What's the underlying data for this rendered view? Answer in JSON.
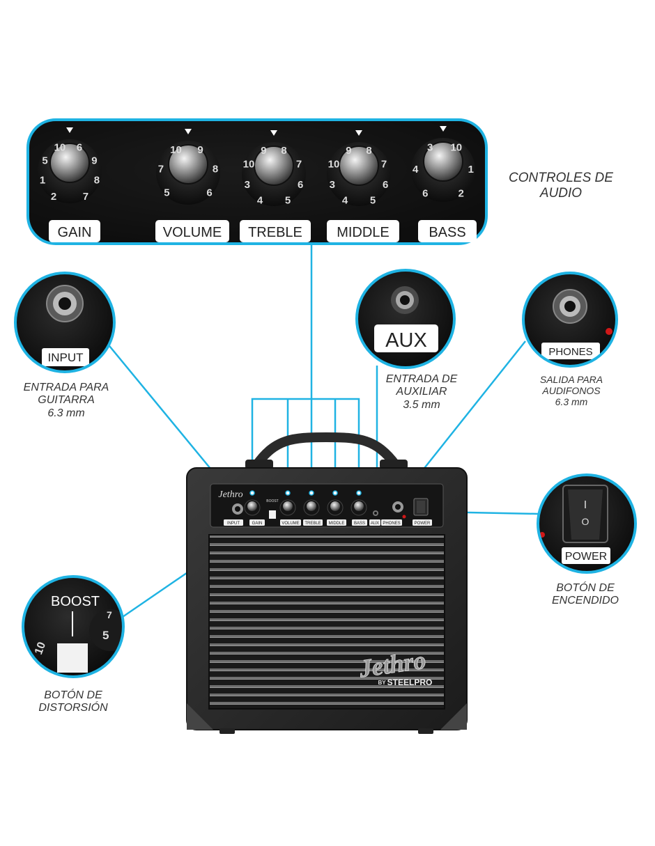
{
  "accent_color": "#1fb3e3",
  "panel_labels": {
    "gain": "GAIN",
    "volume": "VOLUME",
    "treble": "TREBLE",
    "middle": "MIDDLE",
    "bass": "BASS"
  },
  "knob_numbers": {
    "gain": [
      "2",
      "1",
      "5",
      "10",
      "6",
      "9",
      "8",
      "7"
    ],
    "volume": [
      "5",
      "7",
      "10",
      "9",
      "8",
      "6"
    ],
    "treble": [
      "4",
      "3",
      "10",
      "9",
      "8",
      "7",
      "6",
      "5"
    ],
    "middle": [
      "4",
      "3",
      "10",
      "9",
      "8",
      "7",
      "6",
      "5"
    ],
    "bass": [
      "6",
      "4",
      "3",
      "10",
      "1",
      "2"
    ]
  },
  "callouts": {
    "input": "INPUT",
    "aux": "AUX",
    "phones": "PHONES",
    "power": "POWER",
    "power_switch_on": "I",
    "power_switch_off": "O",
    "boost": "BOOST",
    "boost_knob_numbers": [
      "5",
      "7",
      "10"
    ]
  },
  "captions": {
    "audio_controls": [
      "CONTROLES DE",
      "AUDIO"
    ],
    "guitar_input": [
      "ENTRADA PARA",
      "GUITARRA",
      "6.3 mm"
    ],
    "aux_input": [
      "ENTRADA DE",
      "AUXILIAR",
      "3.5 mm"
    ],
    "headphones_out": [
      "SALIDA PARA",
      "AUDIFONOS",
      "6.3 mm"
    ],
    "power_button": [
      "BOTÓN DE",
      "ENCENDIDO"
    ],
    "distortion_button": [
      "BOTÓN DE",
      "DISTORSIÓN"
    ]
  },
  "amp_panel": {
    "brand": "Jethro",
    "boost": "BOOST",
    "input": "INPUT",
    "gain": "GAIN",
    "volume": "VOLUME",
    "treble": "TREBLE",
    "middle": "MIDDLE",
    "bass": "BASS",
    "aux": "AUX",
    "phones": "PHONES",
    "power": "POWER"
  },
  "amp_badge": {
    "brand": "Jethro",
    "by": "BY",
    "maker": "STEELPRO"
  }
}
